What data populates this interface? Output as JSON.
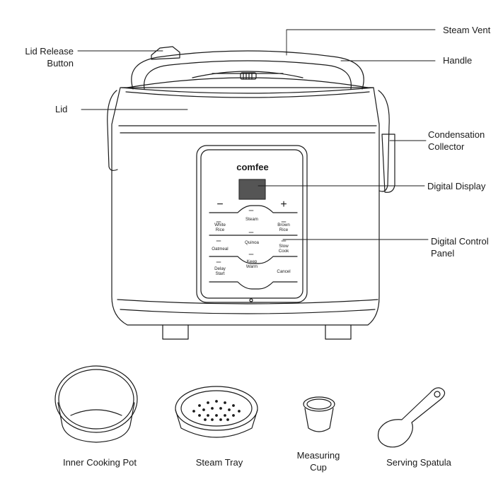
{
  "callouts": {
    "lid_release": [
      "Lid Release",
      "Button"
    ],
    "lid": "Lid",
    "steam_vent": "Steam Vent",
    "handle": "Handle",
    "condensation": [
      "Condensation",
      "Collector"
    ],
    "digital_display": "Digital Display",
    "control_panel": [
      "Digital Control",
      "Panel"
    ]
  },
  "panel": {
    "brand": "comfee",
    "minus": "−",
    "plus": "+",
    "buttons": {
      "steam": "Steam",
      "white_rice": [
        "White",
        "Rice"
      ],
      "brown_rice": [
        "Brown",
        "Rice"
      ],
      "quinoa": "Quinoa",
      "oatmeal": "Oatmeal",
      "slow_cook": [
        "Slow",
        "Cook"
      ],
      "keep_warm": [
        "Keep",
        "Warm"
      ],
      "delay_start": [
        "Delay",
        "Start"
      ],
      "cancel": "Cancel"
    }
  },
  "accessories": {
    "inner_pot": "Inner Cooking Pot",
    "steam_tray": "Steam Tray",
    "measuring_cup": [
      "Measuring",
      "Cup"
    ],
    "spatula": "Serving Spatula"
  }
}
